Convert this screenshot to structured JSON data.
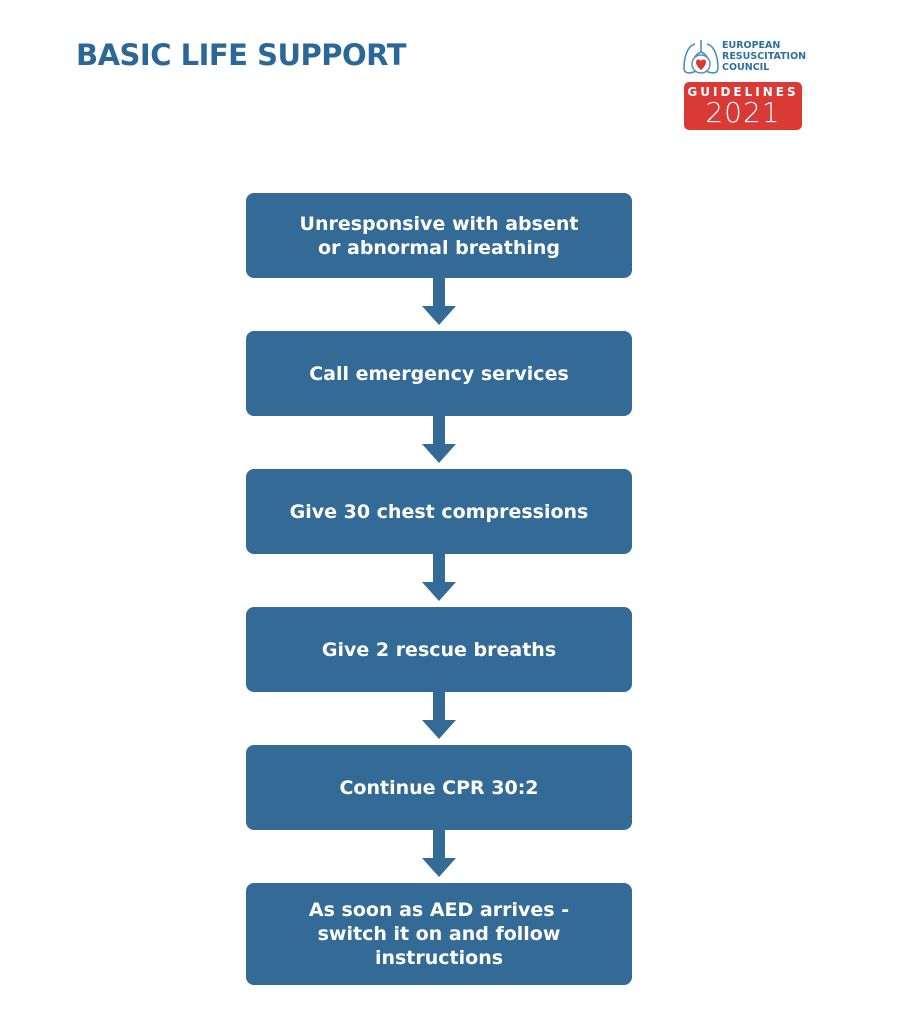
{
  "title": "BASIC LIFE SUPPORT",
  "logo": {
    "org_lines": [
      "EUROPEAN",
      "RESUSCITATION",
      "COUNCIL"
    ],
    "badge_label": "GUIDELINES",
    "badge_year": "2021",
    "badge_color": "#d93a35"
  },
  "accent_color": "#336b96",
  "steps": [
    {
      "text": "Unresponsive with absent\nor abnormal breathing"
    },
    {
      "text": "Call emergency services"
    },
    {
      "text": "Give 30 chest compressions"
    },
    {
      "text": "Give 2 rescue breaths"
    },
    {
      "text": "Continue CPR 30:2"
    },
    {
      "text": "As soon as AED arrives -\nswitch it on and follow\ninstructions"
    }
  ]
}
